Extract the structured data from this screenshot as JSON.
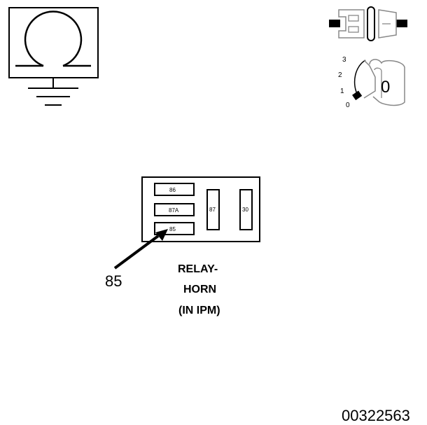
{
  "ignition": {
    "positions": [
      "3",
      "2",
      "1",
      "0"
    ],
    "key_position": "0"
  },
  "relay": {
    "pins_small": [
      "86",
      "87A",
      "85"
    ],
    "pins_tall": [
      "87",
      "30"
    ],
    "title_line1": "RELAY-",
    "title_line2": "HORN",
    "title_line3": "(IN IPM)"
  },
  "callout": {
    "label": "85"
  },
  "figure_id": "00322563"
}
